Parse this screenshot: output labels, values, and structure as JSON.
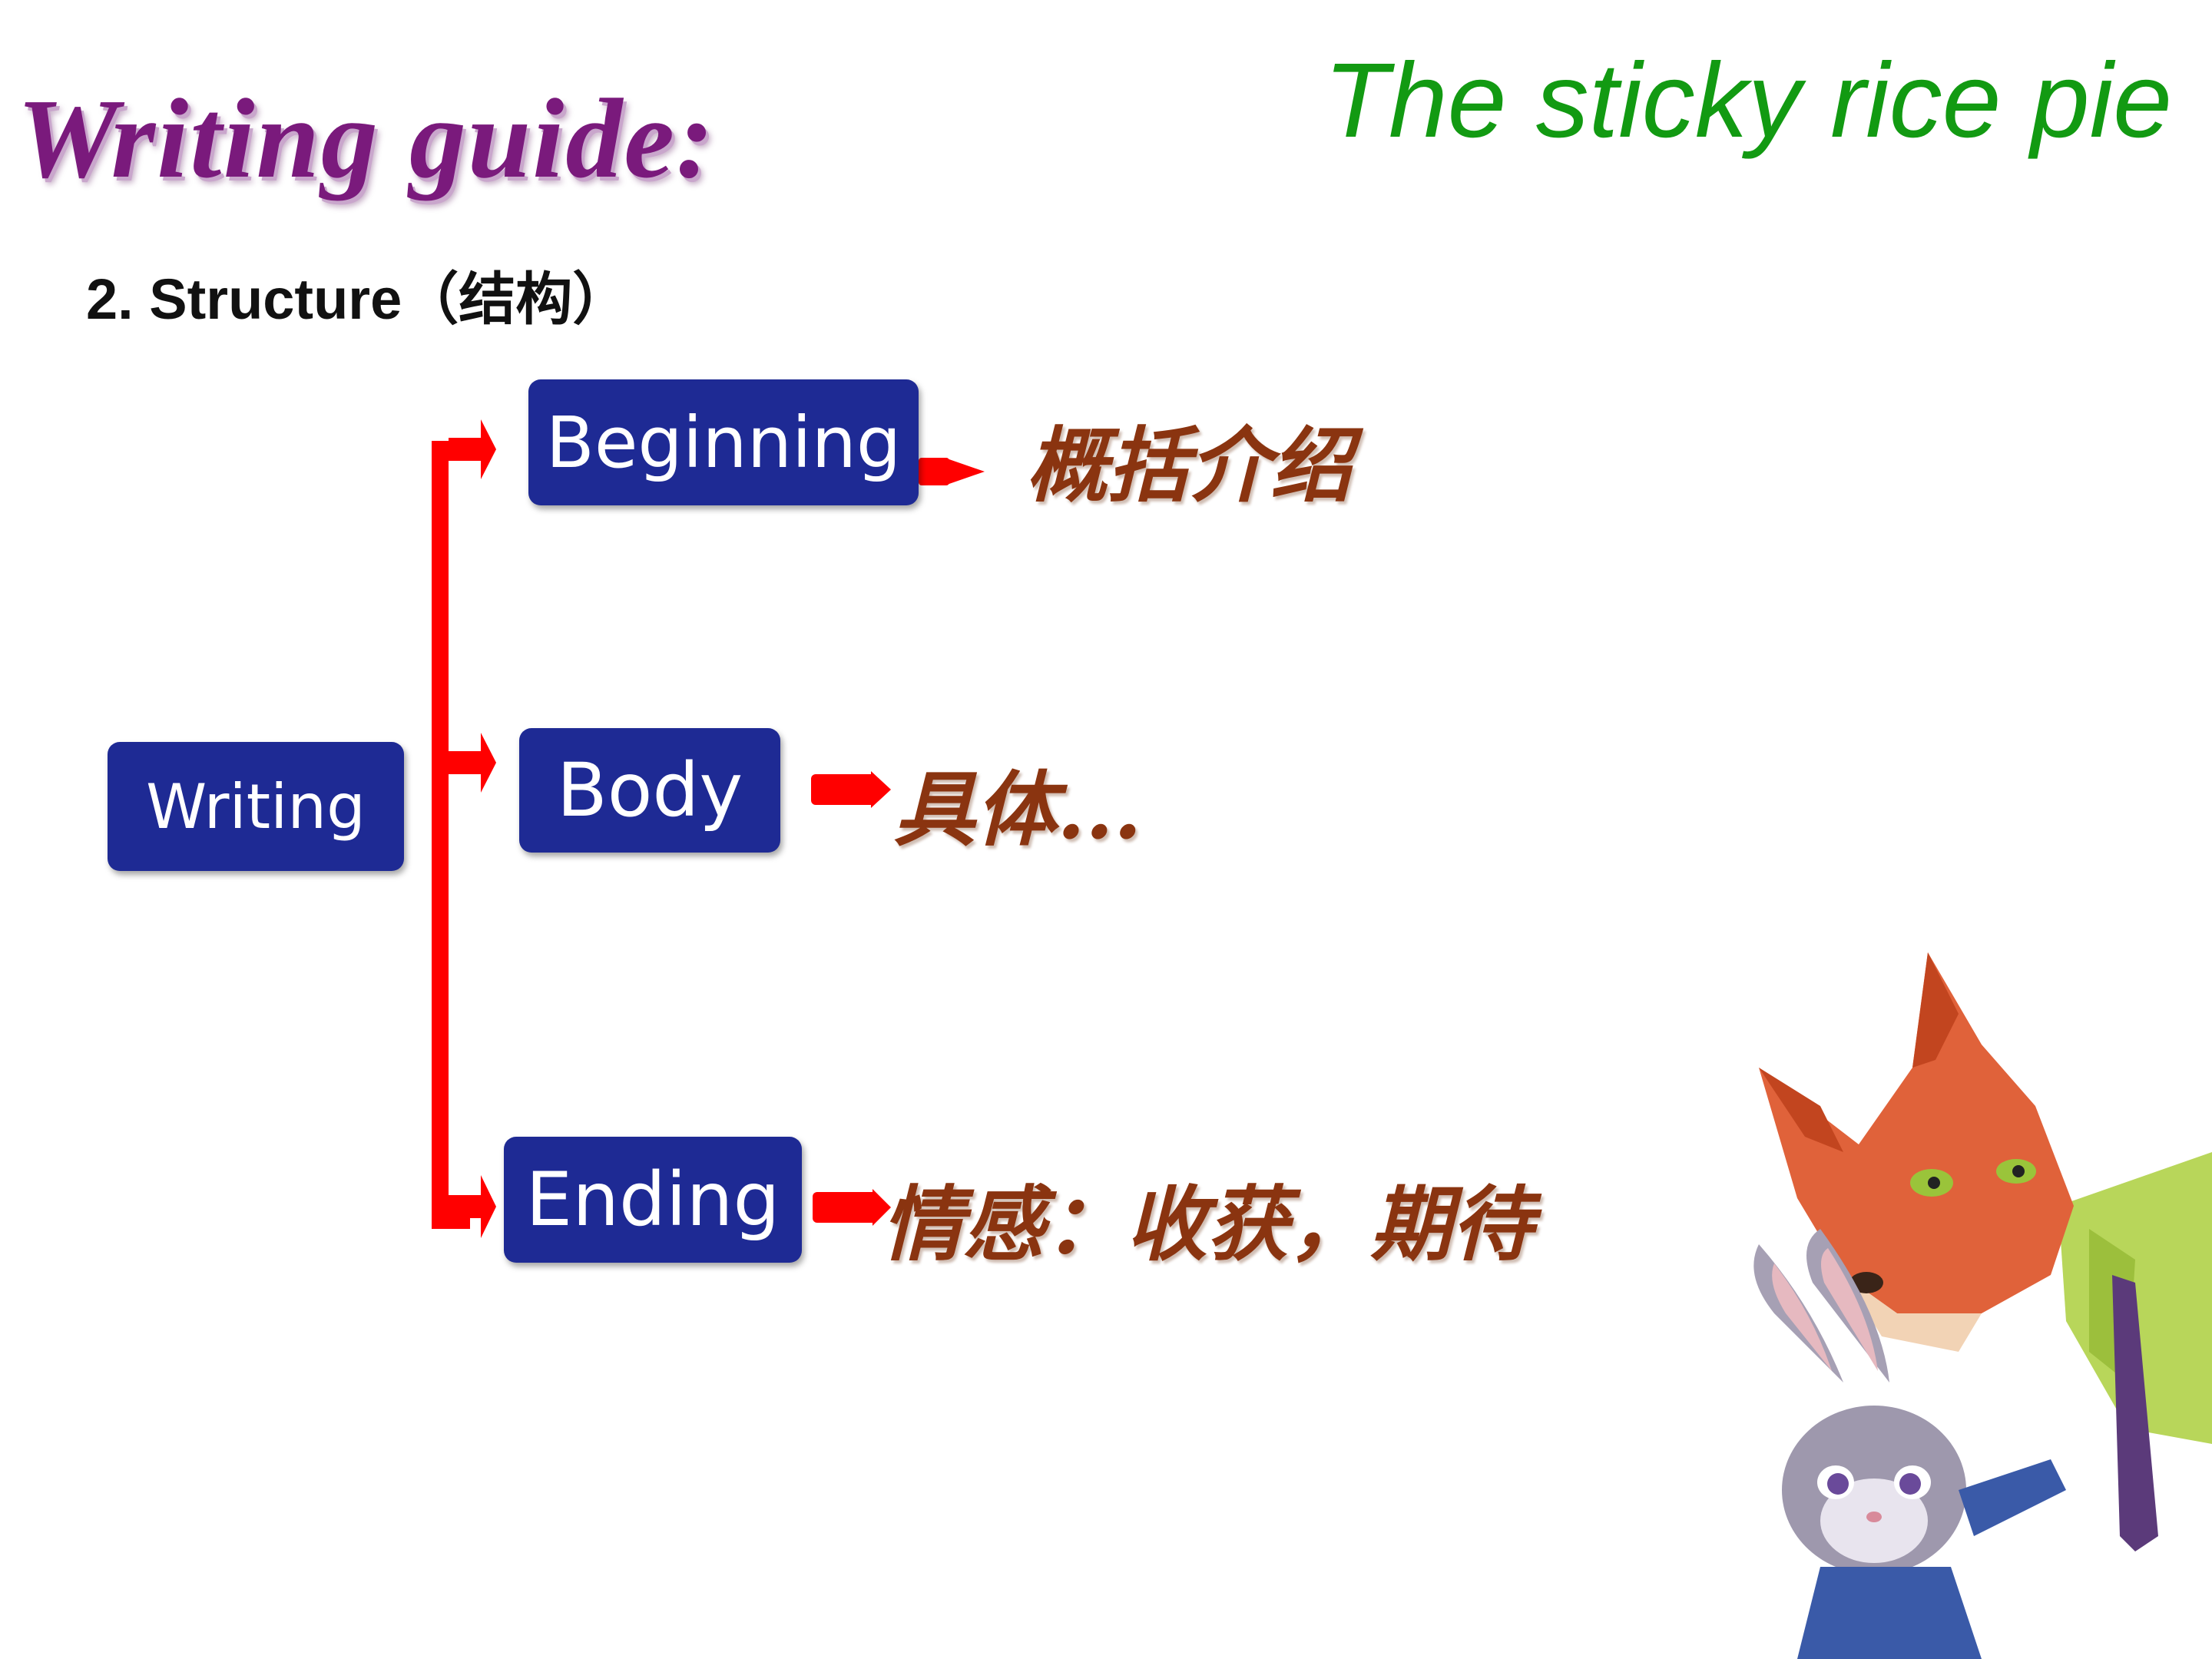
{
  "header": {
    "guide_title": "Writing guide:",
    "topic_title": "The sticky rice pie"
  },
  "section": {
    "label": "2. Structure（结构）"
  },
  "diagram": {
    "root": "Writing",
    "branches": [
      {
        "label": "Beginning",
        "note": "概括介绍"
      },
      {
        "label": "Body",
        "note": "具体..."
      },
      {
        "label": "Ending",
        "note": "情感：收获，期待"
      }
    ]
  },
  "colors": {
    "box_fill": "#1e2a94",
    "connector": "#ff0000",
    "note_text": "#8a3410",
    "guide_title": "#7a1a7c",
    "topic_title": "#129a12"
  },
  "illustration": {
    "subject": "cartoon fox and rabbit characters",
    "icon": "fox-rabbit-illustration"
  }
}
